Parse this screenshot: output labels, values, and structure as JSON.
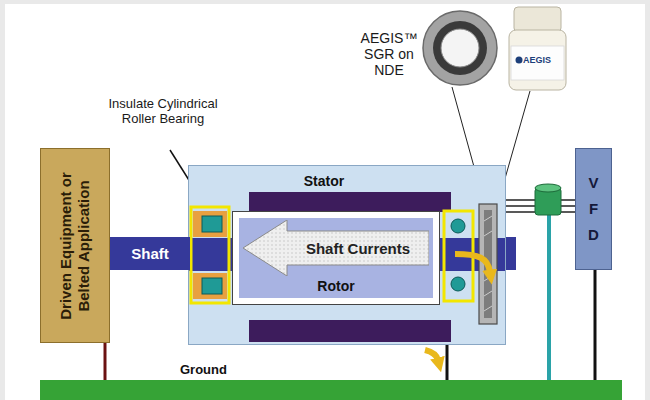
{
  "diagram": {
    "nodes": [
      {
        "text": [
          "Driven Equipment or Belted Application"
        ]
      },
      {
        "text": [
          "Stator"
        ]
      },
      {
        "text": [
          "Rotor"
        ],
        "in": 1
      },
      {
        "text": [
          "Shaft Currents"
        ],
        "in": 2
      },
      {
        "text": [
          "Shaft"
        ]
      },
      {
        "text": [
          "V F D"
        ]
      },
      {
        "text": [
          "Ground"
        ]
      }
    ],
    "edges": [
      {
        "from": 0,
        "to": 6,
        "arrow": "none"
      },
      {
        "from": 1,
        "to": 6,
        "arrow": "none"
      },
      {
        "from": 5,
        "to": 6,
        "arrow": "none"
      },
      {
        "from": 5,
        "to": 1,
        "arrow": "none"
      }
    ],
    "labels": [
      "Insulate Cylindrical Roller Bearing",
      "AEGIS™ SGR on NDE",
      "AEGIS"
    ]
  }
}
